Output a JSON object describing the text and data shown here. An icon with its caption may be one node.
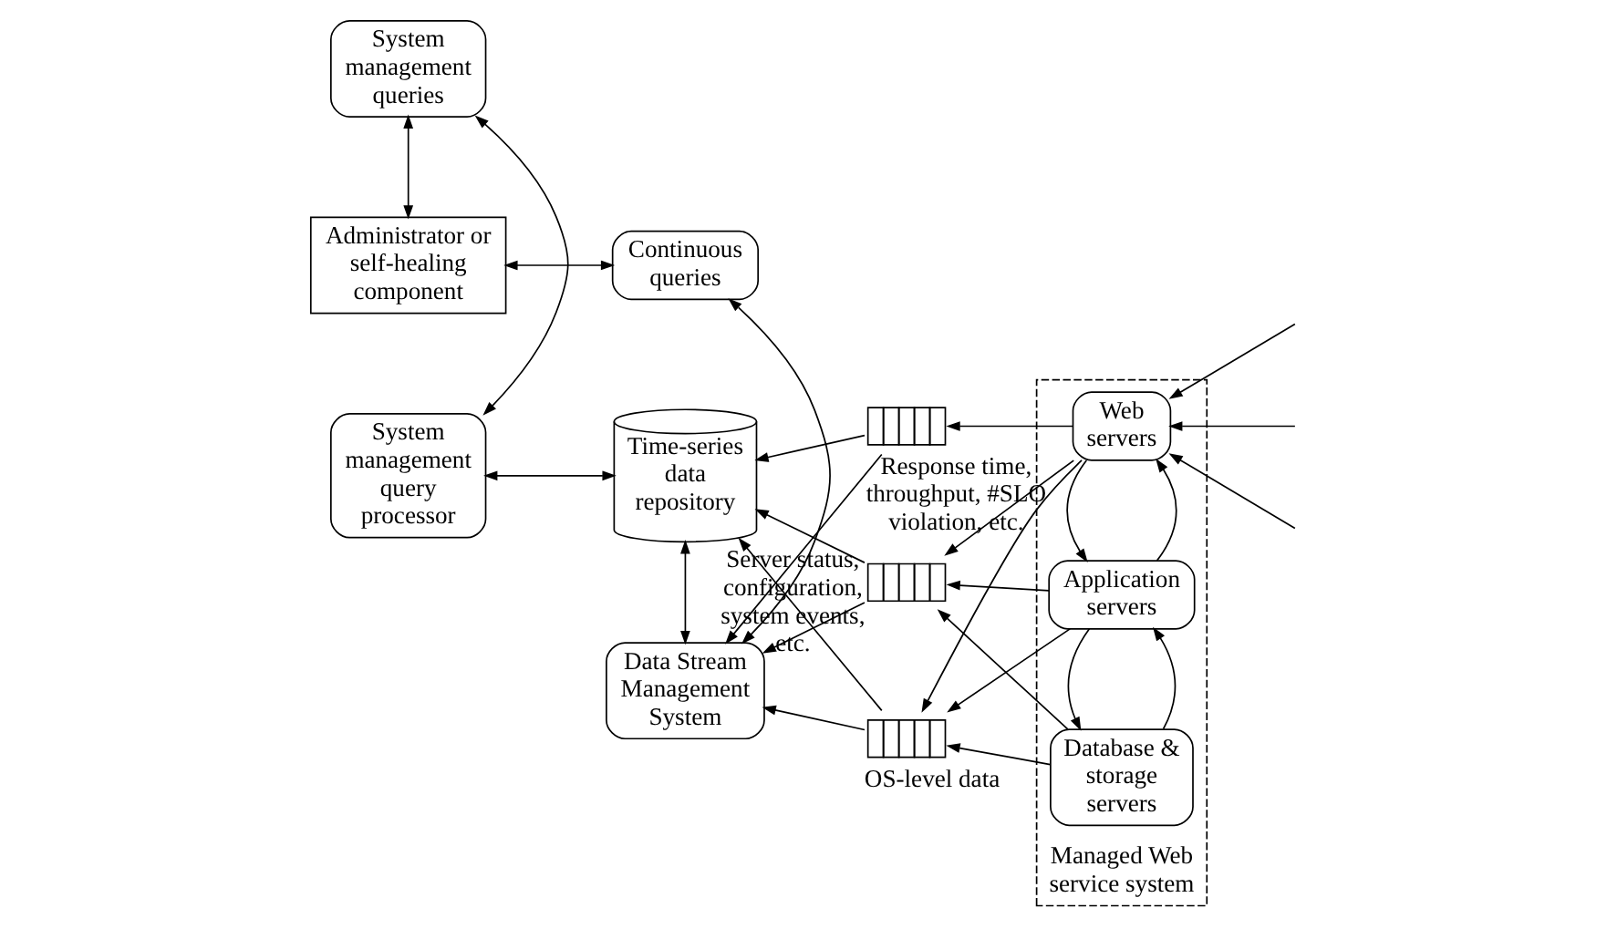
{
  "diagram": {
    "nodes": [
      {
        "text": [
          "Administrator or self-healing component"
        ]
      },
      {
        "text": [
          "Continuous queries"
        ]
      },
      {
        "text": [
          "System management queries"
        ]
      },
      {
        "text": [
          "Data Stream Management System"
        ]
      },
      {
        "text": [
          "System management query processor"
        ]
      },
      {
        "text": [
          "Time-series data repository"
        ]
      },
      {
        "text": [
          "Managed Web service system"
        ]
      },
      {
        "text": [
          "Web servers"
        ],
        "in": 6
      },
      {
        "text": [
          "Application servers"
        ],
        "in": 6
      },
      {
        "text": [
          "Database & storage servers"
        ],
        "in": 6
      },
      {
        "text": [],
        "shape": "queue",
        "beside": [
          "Response time, throughput, #SLO violation, etc."
        ]
      },
      {
        "text": [],
        "shape": "queue",
        "beside": [
          "Server status, configuration, system events, etc."
        ]
      },
      {
        "text": [],
        "shape": "queue",
        "beside": [
          "OS-level data"
        ]
      }
    ],
    "edges": [
      {
        "from": 0,
        "to": 1,
        "arrow": "both"
      },
      {
        "from": 0,
        "to": 2,
        "arrow": "both"
      },
      {
        "from": 1,
        "to": 3,
        "arrow": "both"
      },
      {
        "from": 2,
        "to": 4,
        "arrow": "both"
      },
      {
        "from": 3,
        "to": 5,
        "arrow": "both"
      },
      {
        "from": 4,
        "to": 5,
        "arrow": "both"
      },
      {
        "from": null,
        "to": 7,
        "arrow": "to"
      },
      {
        "from": null,
        "to": 7,
        "arrow": "to"
      },
      {
        "from": null,
        "to": 7,
        "arrow": "to"
      },
      {
        "from": 7,
        "to": 10,
        "arrow": "to"
      },
      {
        "from": 7,
        "to": 11,
        "arrow": "to"
      },
      {
        "from": 8,
        "to": 11,
        "arrow": "to"
      },
      {
        "from": 9,
        "to": 11,
        "arrow": "to"
      },
      {
        "from": 7,
        "to": 12,
        "arrow": "to"
      },
      {
        "from": 8,
        "to": 12,
        "arrow": "to"
      },
      {
        "from": 9,
        "to": 12,
        "arrow": "to"
      },
      {
        "from": 10,
        "to": 3,
        "arrow": "to"
      },
      {
        "from": 10,
        "to": 5,
        "arrow": "to"
      },
      {
        "from": 11,
        "to": 3,
        "arrow": "to"
      },
      {
        "from": 11,
        "to": 5,
        "arrow": "to"
      },
      {
        "from": 12,
        "to": 3,
        "arrow": "to"
      },
      {
        "from": 12,
        "to": 5,
        "arrow": "to"
      },
      {
        "from": 7,
        "to": 8,
        "arrow": "to"
      },
      {
        "from": 8,
        "to": 7,
        "arrow": "to"
      },
      {
        "from": 8,
        "to": 9,
        "arrow": "to"
      },
      {
        "from": 9,
        "to": 8,
        "arrow": "to"
      }
    ]
  }
}
